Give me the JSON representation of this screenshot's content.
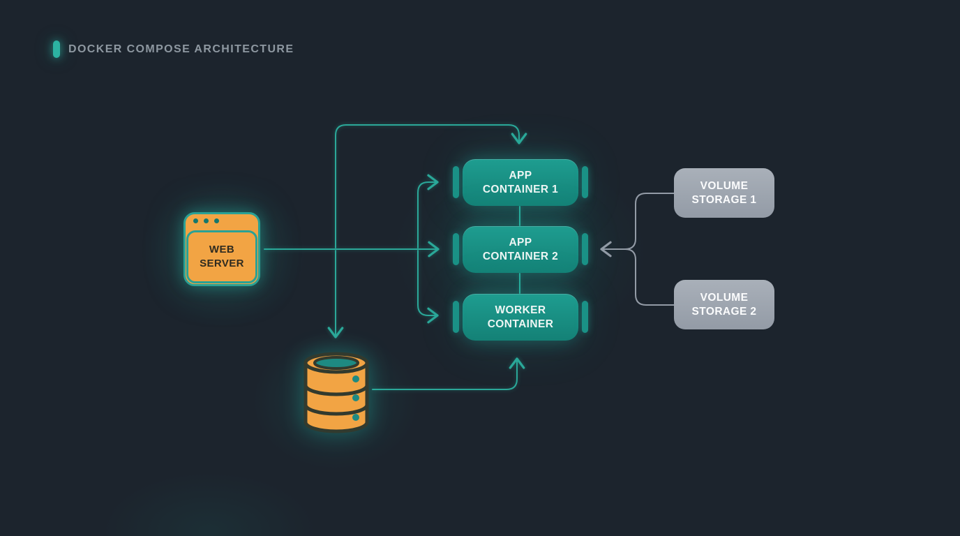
{
  "header": {
    "title": "DOCKER COMPOSE ARCHITECTURE"
  },
  "nodes": {
    "web_server": {
      "line1": "WEB",
      "line2": "SERVER"
    },
    "containers": [
      {
        "line1": "APP",
        "line2": "CONTAINER 1"
      },
      {
        "line1": "APP",
        "line2": "CONTAINER 2"
      },
      {
        "line1": "WORKER",
        "line2": "CONTAINER"
      }
    ],
    "volumes": [
      {
        "line1": "VOLUME",
        "line2": "STORAGE 1"
      },
      {
        "line1": "VOLUME",
        "line2": "STORAGE 2"
      }
    ],
    "database": {
      "icon": "database-icon"
    }
  },
  "colors": {
    "background": "#1c242d",
    "accent_teal": "#2cb3a2",
    "line_teal": "#2ba899",
    "container_fill": "#17948a",
    "node_orange": "#f2a444",
    "volume_gray": "#9ba3ad",
    "line_gray": "#939ba6",
    "title_text": "#8e98a1",
    "outline_dark": "#323a2e"
  }
}
